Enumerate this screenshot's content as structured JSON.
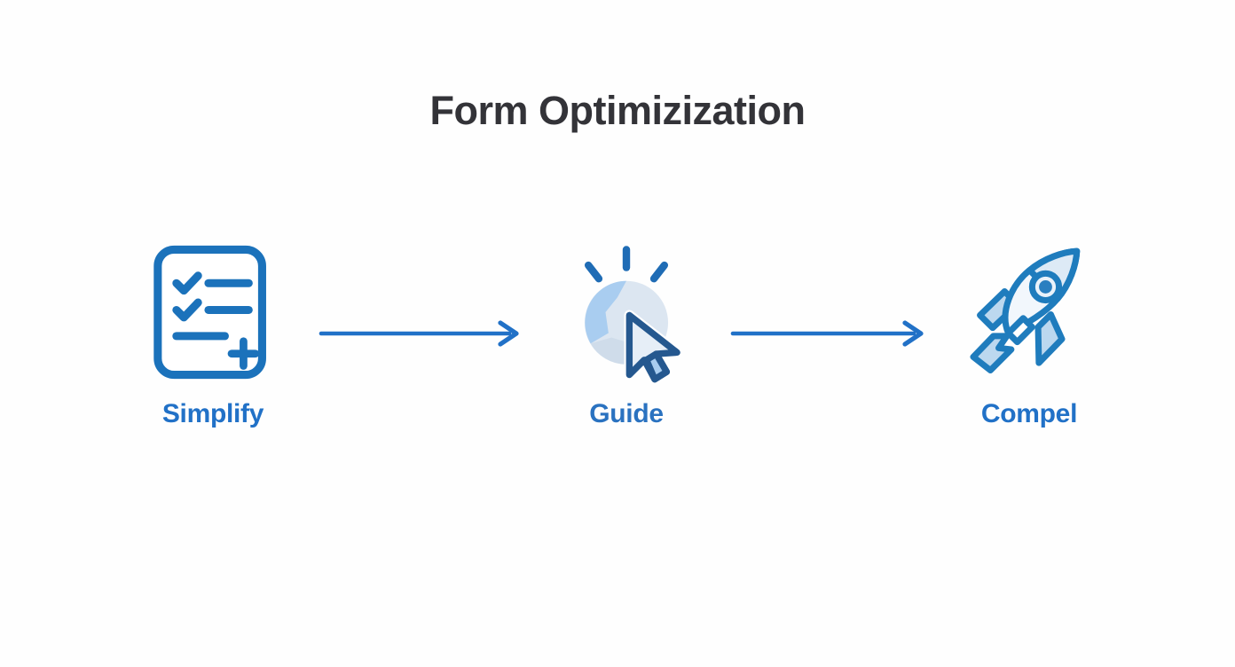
{
  "page": {
    "title": "Form Optimizization",
    "background_color": "#fefefe",
    "title_color": "#333338",
    "accent_color": "#2171c7",
    "accent_light_color": "#a8cdf0",
    "accent_pale_color": "#dbe6f2",
    "accent_dark_color": "#1f5c9e"
  },
  "steps": [
    {
      "label": "Simplify",
      "icon": "form-checklist-icon",
      "icon_description": "document with two checked list items, a third line and a plus sign"
    },
    {
      "label": "Guide",
      "icon": "cursor-click-icon",
      "icon_description": "pie-chart circle with radiating rays and a mouse cursor arrow"
    },
    {
      "label": "Compel",
      "icon": "rocket-icon",
      "icon_description": "rocket launching diagonally upward with fins and flame"
    }
  ],
  "connectors": [
    {
      "name": "arrow-1",
      "direction": "right",
      "color": "#2171c7"
    },
    {
      "name": "arrow-2",
      "direction": "right",
      "color": "#2171c7"
    }
  ]
}
